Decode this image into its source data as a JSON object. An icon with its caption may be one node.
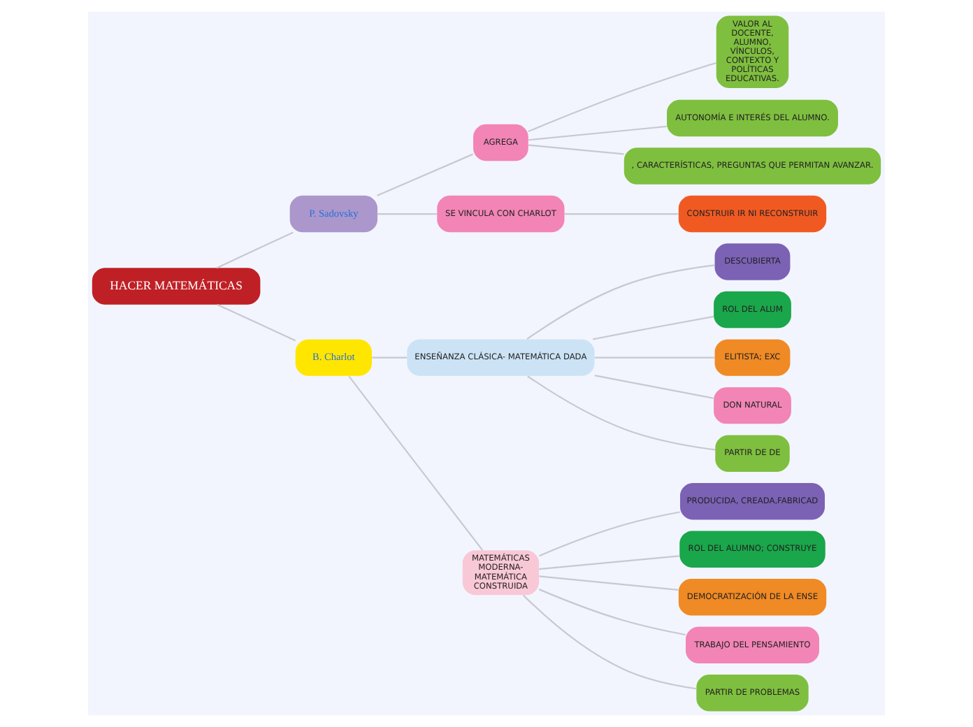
{
  "diagram": {
    "nodes": [
      {
        "text": [
          "HACER MATEMÁTICAS"
        ]
      },
      {
        "text": [
          "P. Sadovsky"
        ]
      },
      {
        "text": [
          "AGREGA"
        ]
      },
      {
        "text": [
          "VALOR AL DOCENTE, ALUMNO, VÍNCULOS, CONTEXTO Y POLÍTICAS EDUCATIVAS."
        ]
      },
      {
        "text": [
          "AUTONOMÍA E INTERÉS DEL ALUMNO."
        ]
      },
      {
        "text": [
          ", CARACTERÍSTICAS, PREGUNTAS QUE PERMITAN AVANZAR."
        ]
      },
      {
        "text": [
          "SE VINCULA CON CHARLOT"
        ]
      },
      {
        "text": [
          "CONSTRUIR IR NI RECONSTRUIR"
        ]
      },
      {
        "text": [
          "B. Charlot"
        ]
      },
      {
        "text": [
          "ENSEÑANZA CLÁSICA- MATEMÁTICA DADA"
        ]
      },
      {
        "text": [
          "DESCUBIERTA"
        ]
      },
      {
        "text": [
          "ROL DEL ALUM"
        ]
      },
      {
        "text": [
          "ELITISTA; EXC"
        ]
      },
      {
        "text": [
          "DON NATURAL"
        ]
      },
      {
        "text": [
          "PARTIR DE DE"
        ]
      },
      {
        "text": [
          "MATEMÁTICAS MODERNA- MATEMÁTICA CONSTRUIDA"
        ]
      },
      {
        "text": [
          "PRODUCIDA, CREADA,FABRICAD"
        ]
      },
      {
        "text": [
          "ROL DEL ALUMNO; CONSTRUYE"
        ]
      },
      {
        "text": [
          "DEMOCRATIZACIÓN DE LA ENSE"
        ]
      },
      {
        "text": [
          "TRABAJO DEL PENSAMIENTO"
        ]
      },
      {
        "text": [
          "PARTIR DE PROBLEMAS"
        ]
      }
    ],
    "edges": [
      {
        "from": 0,
        "to": 1,
        "arrow": "none"
      },
      {
        "from": 1,
        "to": 2,
        "arrow": "none"
      },
      {
        "from": 2,
        "to": 3,
        "arrow": "none"
      },
      {
        "from": 2,
        "to": 4,
        "arrow": "none"
      },
      {
        "from": 2,
        "to": 5,
        "arrow": "none"
      },
      {
        "from": 1,
        "to": 6,
        "arrow": "none"
      },
      {
        "from": 6,
        "to": 7,
        "arrow": "none"
      },
      {
        "from": 0,
        "to": 8,
        "arrow": "none"
      },
      {
        "from": 8,
        "to": 9,
        "arrow": "none"
      },
      {
        "from": 9,
        "to": 10,
        "arrow": "none"
      },
      {
        "from": 9,
        "to": 11,
        "arrow": "none"
      },
      {
        "from": 9,
        "to": 12,
        "arrow": "none"
      },
      {
        "from": 9,
        "to": 13,
        "arrow": "none"
      },
      {
        "from": 9,
        "to": 14,
        "arrow": "none"
      },
      {
        "from": 8,
        "to": 15,
        "arrow": "none"
      },
      {
        "from": 15,
        "to": 16,
        "arrow": "none"
      },
      {
        "from": 15,
        "to": 17,
        "arrow": "none"
      },
      {
        "from": 15,
        "to": 18,
        "arrow": "none"
      },
      {
        "from": 15,
        "to": 19,
        "arrow": "none"
      },
      {
        "from": 15,
        "to": 20,
        "arrow": "none"
      }
    ]
  }
}
